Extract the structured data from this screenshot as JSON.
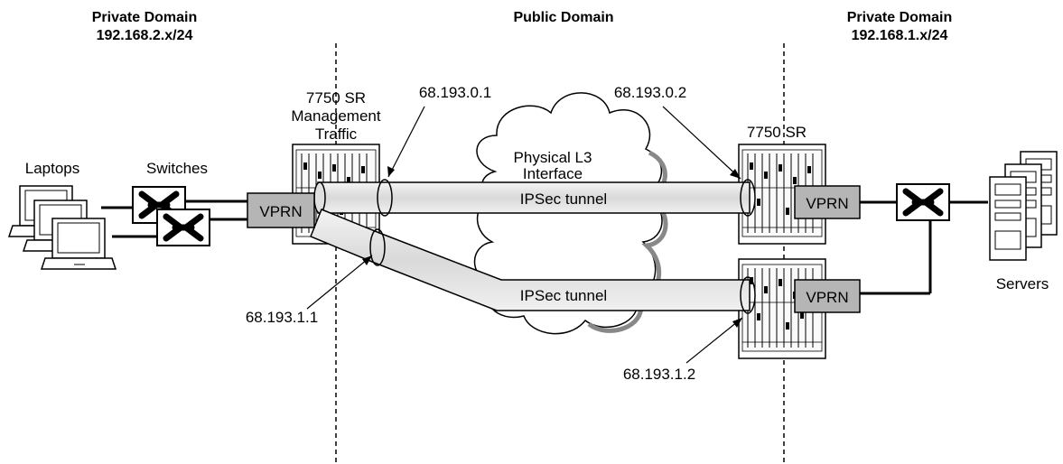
{
  "domains": {
    "left_title": "Private Domain",
    "left_subnet": "192.168.2.x/24",
    "center_title": "Public Domain",
    "right_title": "Private Domain",
    "right_subnet": "192.168.1.x/24"
  },
  "labels": {
    "laptops": "Laptops",
    "switches": "Switches",
    "sr_left_line1": "7750 SR",
    "sr_left_line2": "Management",
    "sr_left_line3": "Traffic",
    "sr_right": "7750 SR",
    "servers": "Servers",
    "cloud_line1": "Physical L3",
    "cloud_line2": "Interface",
    "vprn": "VPRN",
    "tunnel": "IPSec tunnel"
  },
  "addresses": {
    "a1": "68.193.0.1",
    "a2": "68.193.0.2",
    "b1": "68.193.1.1",
    "b2": "68.193.1.2"
  }
}
